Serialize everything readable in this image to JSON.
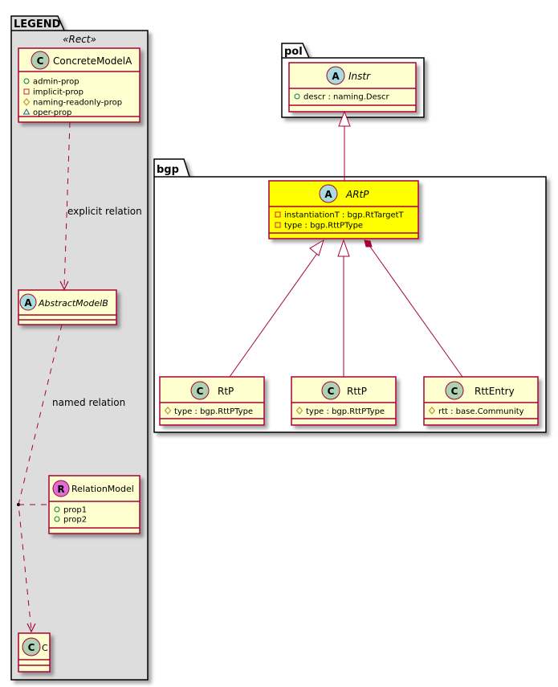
{
  "colors": {
    "class_fill": "#FEFECE",
    "class_border": "#A80036",
    "highlight_fill": "#FFFF00",
    "legend_fill": "#DDDDDD",
    "circle_class": "#ADD1B2",
    "circle_abstract": "#A9DCDF",
    "circle_relation": "#DA70D6",
    "vis_public": "#038048",
    "vis_private": "#C82930",
    "vis_protected": "#B38D22",
    "vis_package": "#1963A0"
  },
  "legend": {
    "package_name": "LEGEND",
    "stereotype": "«Rect»",
    "concrete_model": {
      "kind": "C",
      "name": "ConcreteModelA",
      "attributes": [
        {
          "visibility": "public",
          "text": "admin-prop"
        },
        {
          "visibility": "private",
          "text": "implicit-prop"
        },
        {
          "visibility": "protected",
          "text": "naming-readonly-prop"
        },
        {
          "visibility": "package",
          "text": "oper-prop"
        }
      ]
    },
    "abstract_model": {
      "kind": "A",
      "name": "AbstractModelB"
    },
    "relation_model": {
      "kind": "R",
      "name": "RelationModel",
      "attributes": [
        {
          "visibility": "public",
          "text": "prop1"
        },
        {
          "visibility": "public",
          "text": "prop2"
        }
      ]
    },
    "target_class": {
      "kind": "C",
      "name": "C"
    },
    "explicit_relation_label": "explicit relation",
    "named_relation_label": "named relation"
  },
  "packages": {
    "pol": {
      "name": "pol",
      "classes": {
        "instr": {
          "kind": "A",
          "name": "Instr",
          "attributes": [
            {
              "visibility": "public",
              "text": "descr : naming.Descr"
            }
          ]
        }
      }
    },
    "bgp": {
      "name": "bgp",
      "classes": {
        "artp": {
          "kind": "A",
          "name": "ARtP",
          "highlighted": true,
          "attributes": [
            {
              "visibility": "private",
              "text": "instantiationT : bgp.RtTargetT"
            },
            {
              "visibility": "private",
              "text": "type : bgp.RttPType"
            }
          ]
        },
        "rtp": {
          "kind": "C",
          "name": "RtP",
          "attributes": [
            {
              "visibility": "protected",
              "text": "type : bgp.RttPType"
            }
          ]
        },
        "rttp": {
          "kind": "C",
          "name": "RttP",
          "attributes": [
            {
              "visibility": "protected",
              "text": "type : bgp.RttPType"
            }
          ]
        },
        "rttentry": {
          "kind": "C",
          "name": "RttEntry",
          "attributes": [
            {
              "visibility": "protected",
              "text": "rtt : base.Community"
            }
          ]
        }
      }
    }
  },
  "relations": [
    {
      "from": "ARtP",
      "to": "Instr",
      "type": "inheritance"
    },
    {
      "from": "RtP",
      "to": "ARtP",
      "type": "inheritance"
    },
    {
      "from": "RttP",
      "to": "ARtP",
      "type": "inheritance"
    },
    {
      "from": "RttEntry",
      "to": "ARtP",
      "type": "composition"
    },
    {
      "from": "ConcreteModelA",
      "to": "AbstractModelB",
      "type": "dependency",
      "label": "explicit relation"
    },
    {
      "from": "AbstractModelB",
      "to": "C",
      "type": "dependency",
      "label": "named relation",
      "association_class": "RelationModel"
    }
  ]
}
